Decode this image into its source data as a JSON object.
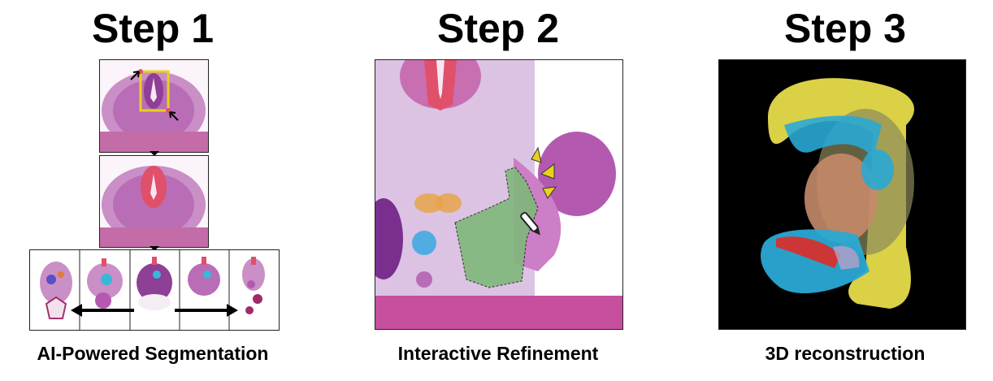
{
  "steps": [
    {
      "title": "Step 1",
      "caption": "AI-Powered Segmentation"
    },
    {
      "title": "Step 2",
      "caption": "Interactive Refinement"
    },
    {
      "title": "Step 3",
      "caption": "3D reconstruction"
    }
  ],
  "colors": {
    "tissue_purple": "#b35ab0",
    "highlight_red": "#e0506a",
    "selection_yellow": "#e8d21a",
    "mask_green": "#7fb87a",
    "recon_yellow": "#e6dc4a",
    "recon_blue": "#2aa9d4",
    "recon_red": "#d6302e",
    "recon_background": "#000000"
  },
  "icons": [
    "arrow-left-icon",
    "arrow-right-icon",
    "pen-icon",
    "sparkle-icon",
    "cursor-icon"
  ]
}
